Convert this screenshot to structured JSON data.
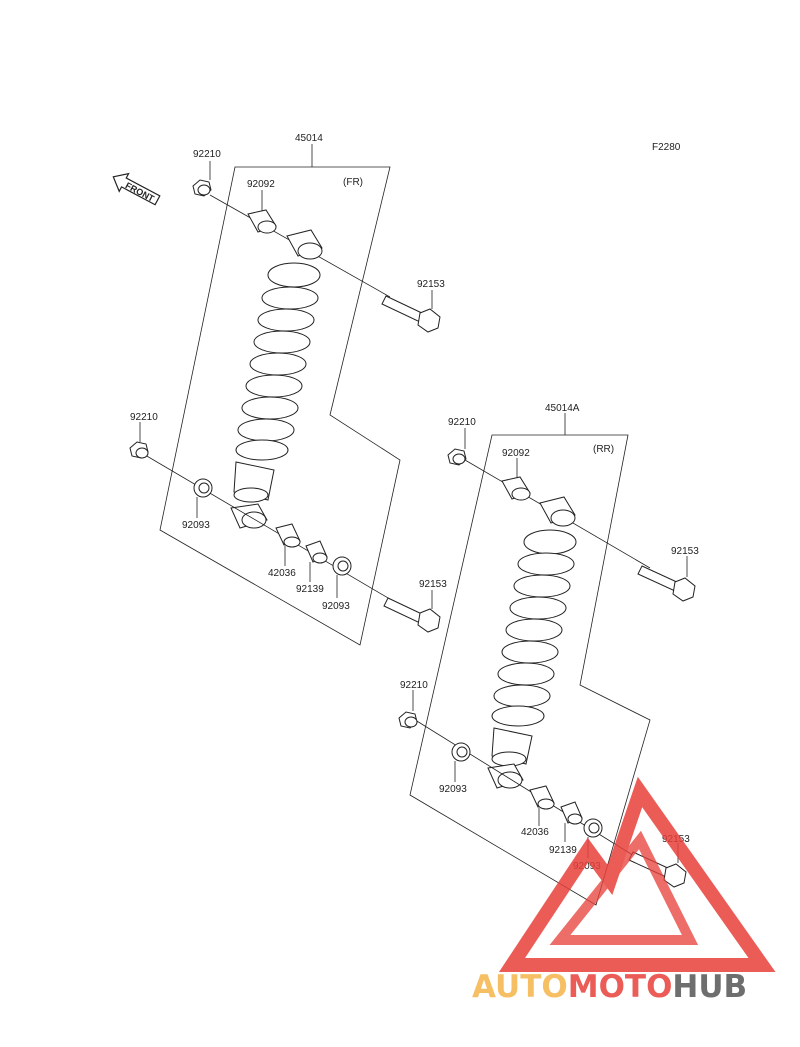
{
  "figure_code": "F2280",
  "front_label": "FRONT",
  "front": {
    "assembly_number": "45014",
    "position": "(FR)",
    "labels": {
      "nut_top": "92210",
      "bushing_top": "92092",
      "bolt_top": "92153",
      "nut_bottom": "92210",
      "washer_left": "92093",
      "collar": "42036",
      "bushing_bottom": "92139",
      "washer_right": "92093",
      "bolt_bottom": "92153"
    }
  },
  "rear": {
    "assembly_number": "45014A",
    "position": "(RR)",
    "labels": {
      "nut_top": "92210",
      "bushing_top": "92092",
      "bolt_top": "92153",
      "nut_bottom": "92210",
      "washer_left": "92093",
      "collar": "42036",
      "bushing_bottom": "92139",
      "washer_right": "92093",
      "bolt_bottom": "92153"
    }
  },
  "watermark": {
    "part1": "AUTO",
    "part2": "MOTO",
    "part3": "HUB",
    "color_primary": "#e8403a",
    "color_secondary": "#f5b54a",
    "color_dark": "#555555"
  }
}
